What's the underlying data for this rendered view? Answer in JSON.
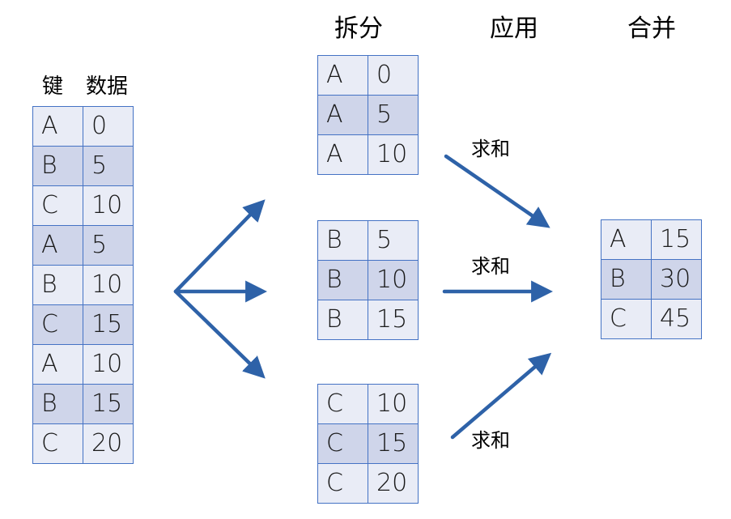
{
  "headers": {
    "key": "键",
    "data": "数据",
    "split": "拆分",
    "apply": "应用",
    "combine": "合并"
  },
  "source_table": [
    {
      "key": "A",
      "value": "0"
    },
    {
      "key": "B",
      "value": "5"
    },
    {
      "key": "C",
      "value": "10"
    },
    {
      "key": "A",
      "value": "5"
    },
    {
      "key": "B",
      "value": "10"
    },
    {
      "key": "C",
      "value": "15"
    },
    {
      "key": "A",
      "value": "10"
    },
    {
      "key": "B",
      "value": "15"
    },
    {
      "key": "C",
      "value": "20"
    }
  ],
  "groups": [
    {
      "rows": [
        {
          "key": "A",
          "value": "0"
        },
        {
          "key": "A",
          "value": "5"
        },
        {
          "key": "A",
          "value": "10"
        }
      ]
    },
    {
      "rows": [
        {
          "key": "B",
          "value": "5"
        },
        {
          "key": "B",
          "value": "10"
        },
        {
          "key": "B",
          "value": "15"
        }
      ]
    },
    {
      "rows": [
        {
          "key": "C",
          "value": "10"
        },
        {
          "key": "C",
          "value": "15"
        },
        {
          "key": "C",
          "value": "20"
        }
      ]
    }
  ],
  "apply_labels": [
    "求和",
    "求和",
    "求和"
  ],
  "result_table": [
    {
      "key": "A",
      "value": "15"
    },
    {
      "key": "B",
      "value": "30"
    },
    {
      "key": "C",
      "value": "45"
    }
  ],
  "colors": {
    "border": "#4472c4",
    "row_light": "#e9ecf6",
    "row_dark": "#cfd5ea",
    "arrow": "#2e62a8"
  }
}
